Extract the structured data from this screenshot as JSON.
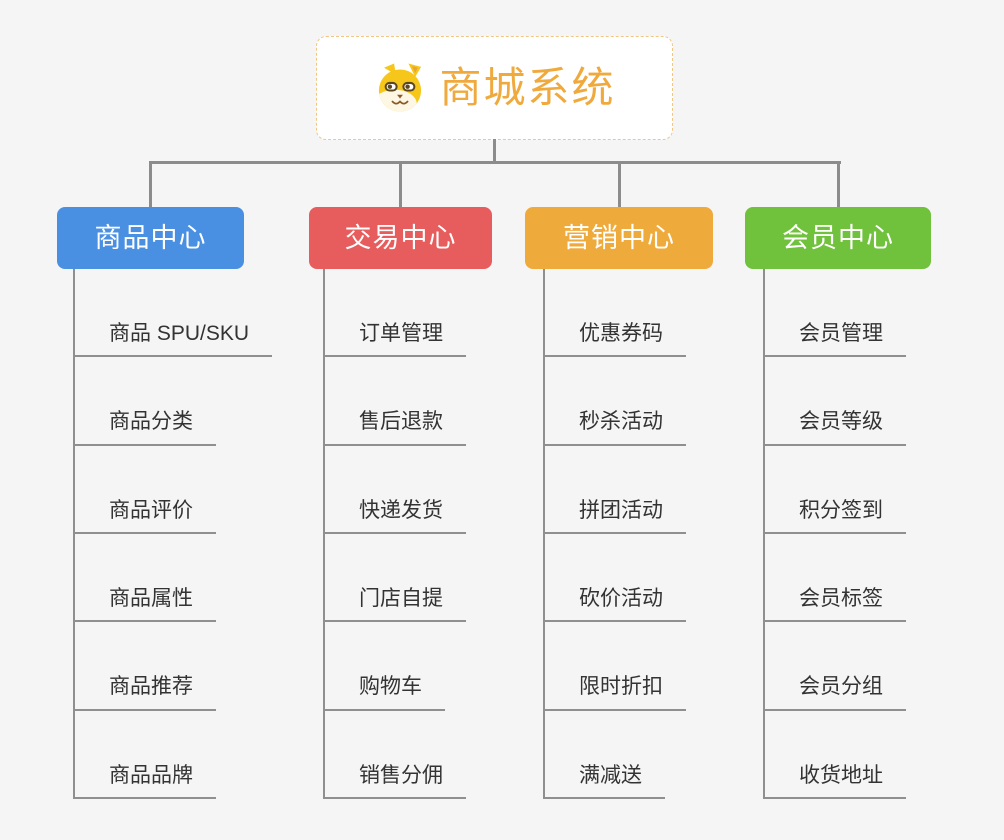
{
  "root": {
    "title": "商城系统",
    "icon": "dog-face-icon"
  },
  "colors": {
    "root_text": "#f0a93d",
    "root_border": "#f1c684",
    "connector": "#8c8c8c",
    "item_text": "#333333",
    "background": "#f5f5f5"
  },
  "branches": [
    {
      "label": "商品中心",
      "color": "#4a90e2",
      "items": [
        "商品 SPU/SKU",
        "商品分类",
        "商品评价",
        "商品属性",
        "商品推荐",
        "商品品牌"
      ]
    },
    {
      "label": "交易中心",
      "color": "#e75c5c",
      "items": [
        "订单管理",
        "售后退款",
        "快递发货",
        "门店自提",
        "购物车",
        "销售分佣"
      ]
    },
    {
      "label": "营销中心",
      "color": "#efaa3c",
      "items": [
        "优惠券码",
        "秒杀活动",
        "拼团活动",
        "砍价活动",
        "限时折扣",
        "满减送"
      ]
    },
    {
      "label": "会员中心",
      "color": "#70c13c",
      "items": [
        "会员管理",
        "会员等级",
        "积分签到",
        "会员标签",
        "会员分组",
        "收货地址"
      ]
    }
  ]
}
